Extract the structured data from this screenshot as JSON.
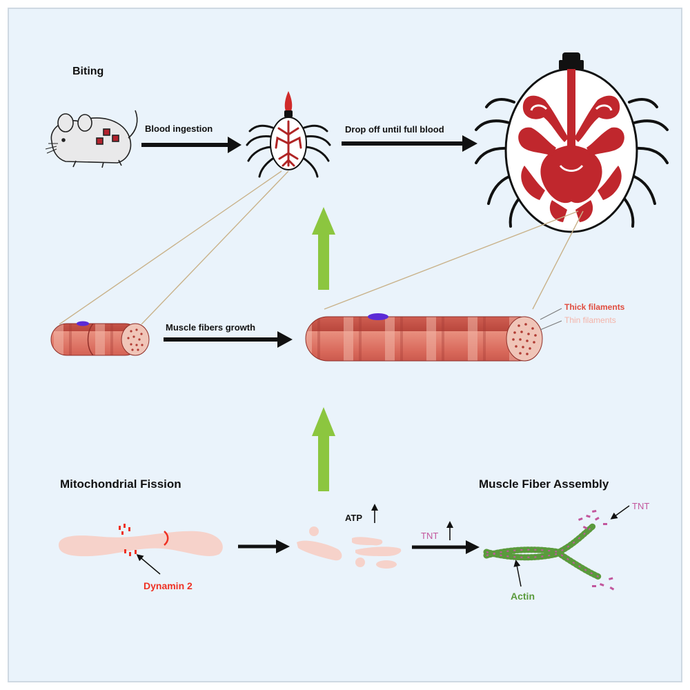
{
  "labels": {
    "biting": "Biting",
    "blood_ingestion": "Blood ingestion",
    "drop_off": "Drop off until full blood",
    "muscle_fibers_growth": "Muscle fibers growth",
    "thick_filaments": "Thick filaments",
    "thin_filaments": "Thin filaments",
    "mitochondrial_fission": "Mitochondrial Fission",
    "muscle_fiber_assembly": "Muscle Fiber Assembly",
    "dynamin2": "Dynamin 2",
    "atp": "ATP",
    "tnt_arrow": "TNT",
    "tnt": "TNT",
    "actin": "Actin"
  },
  "colors": {
    "background": "#eaf3fb",
    "border": "#cfd9e2",
    "black_arrow": "#111111",
    "green_arrow": "#8cc63f",
    "tick_blood": "#c0272d",
    "muscle": "#d96a5c",
    "muscle_light": "#efb1a4",
    "thick_filaments": "#e04b3d",
    "thin_filaments": "#f4b3a8",
    "mitochondria": "#f6d2ca",
    "dynamin": "#ee3124",
    "tnt": "#c2569c",
    "actin": "#5a9a3c",
    "nucleus": "#5b2bd6"
  }
}
